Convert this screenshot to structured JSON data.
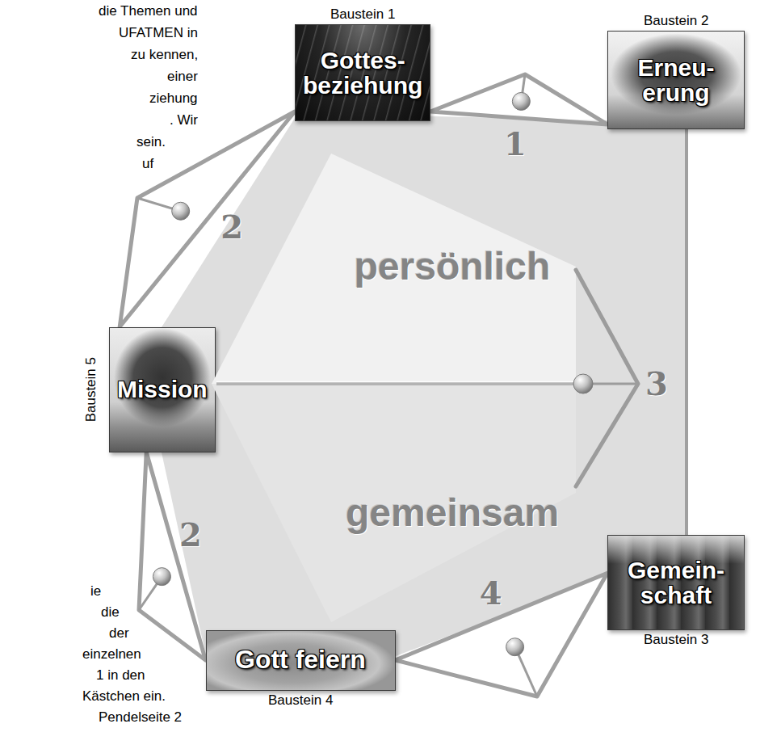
{
  "diagram": {
    "nodes": [
      {
        "text": [
          "Baustein 1",
          "Gottes- beziehung"
        ]
      },
      {
        "text": [
          "Baustein 2",
          "Erneu- erung"
        ]
      },
      {
        "text": [
          "Gemein- schaft",
          "Baustein 3"
        ]
      },
      {
        "text": [
          "Gott feiern",
          "Baustein 4"
        ]
      },
      {
        "text": [
          "Baustein 5",
          "Mission"
        ]
      },
      {
        "text": [
          "persönlich",
          "gemeinsam"
        ]
      }
    ],
    "edges": [
      {
        "from": 0,
        "to": 1,
        "arrow": "none",
        "label": "1"
      },
      {
        "from": 1,
        "to": 2,
        "arrow": "none"
      },
      {
        "from": 2,
        "to": 3,
        "arrow": "none",
        "label": "4"
      },
      {
        "from": 4,
        "to": 3,
        "arrow": "none",
        "label": "2"
      },
      {
        "from": 0,
        "to": 4,
        "arrow": "none",
        "label": "2"
      }
    ],
    "labels": [
      "die Themen und",
      "UFATMEN in",
      "zu kennen,",
      "einer",
      "ziehung",
      ". Wir",
      "sein.",
      "uf",
      "3",
      "ie",
      "die",
      "der",
      "einzelnen",
      "1 in den",
      "Kästchen ein.",
      "Pendelseite 2"
    ]
  }
}
